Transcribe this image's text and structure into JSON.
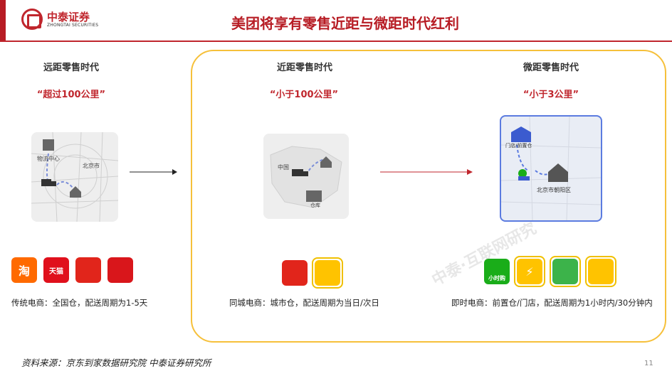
{
  "header": {
    "logo_cn": "中泰证券",
    "logo_en": "ZHONGTAI SECURITIES",
    "title": "美团将享有零售近距与微距时代红利"
  },
  "columns": [
    {
      "title": "远距零售时代",
      "subtitle": "“超过100公里”",
      "map_labels": [
        "物流中心",
        "北京市"
      ],
      "caption": "传统电商：全国仓，配送周期为1-5天",
      "apps": [
        {
          "name": "taobao-icon",
          "label": "淘",
          "color": "#ff6a00"
        },
        {
          "name": "tmall-icon",
          "label": "天猫",
          "color": "#e0101c"
        },
        {
          "name": "jd-dog-icon",
          "label": "",
          "color": "#e1251b"
        },
        {
          "name": "jd-icon",
          "label": "",
          "color": "#d9161b"
        }
      ]
    },
    {
      "title": "近距零售时代",
      "subtitle": "“小于100公里”",
      "map_labels": [
        "中国",
        "仓库"
      ],
      "caption": "同城电商：城市仓，配送周期为当日/次日",
      "apps": [
        {
          "name": "jd-dog-icon",
          "label": "",
          "color": "#e1251b"
        },
        {
          "name": "meituan-select-icon",
          "label": "",
          "color": "#ffc300"
        }
      ]
    },
    {
      "title": "微距零售时代",
      "subtitle": "“小于3公里”",
      "map_labels": [
        "门店/前置仓",
        "北京市朝阳区"
      ],
      "caption": "即时电商：前置仓/门店，配送周期为1小时内/30分钟内",
      "apps": [
        {
          "name": "jd-hour-icon",
          "label": "小时购",
          "color": "#1aad19"
        },
        {
          "name": "flash-icon",
          "label": "",
          "color": "#ffc300"
        },
        {
          "name": "dingdong-icon",
          "label": "",
          "color": "#3cb34a"
        },
        {
          "name": "kangaroo-icon",
          "label": "",
          "color": "#ffc300"
        }
      ]
    }
  ],
  "watermark": "中泰·互联网研究",
  "footer": "资料来源：京东到家数据研究院 中泰证券研究所",
  "page_number": "11"
}
